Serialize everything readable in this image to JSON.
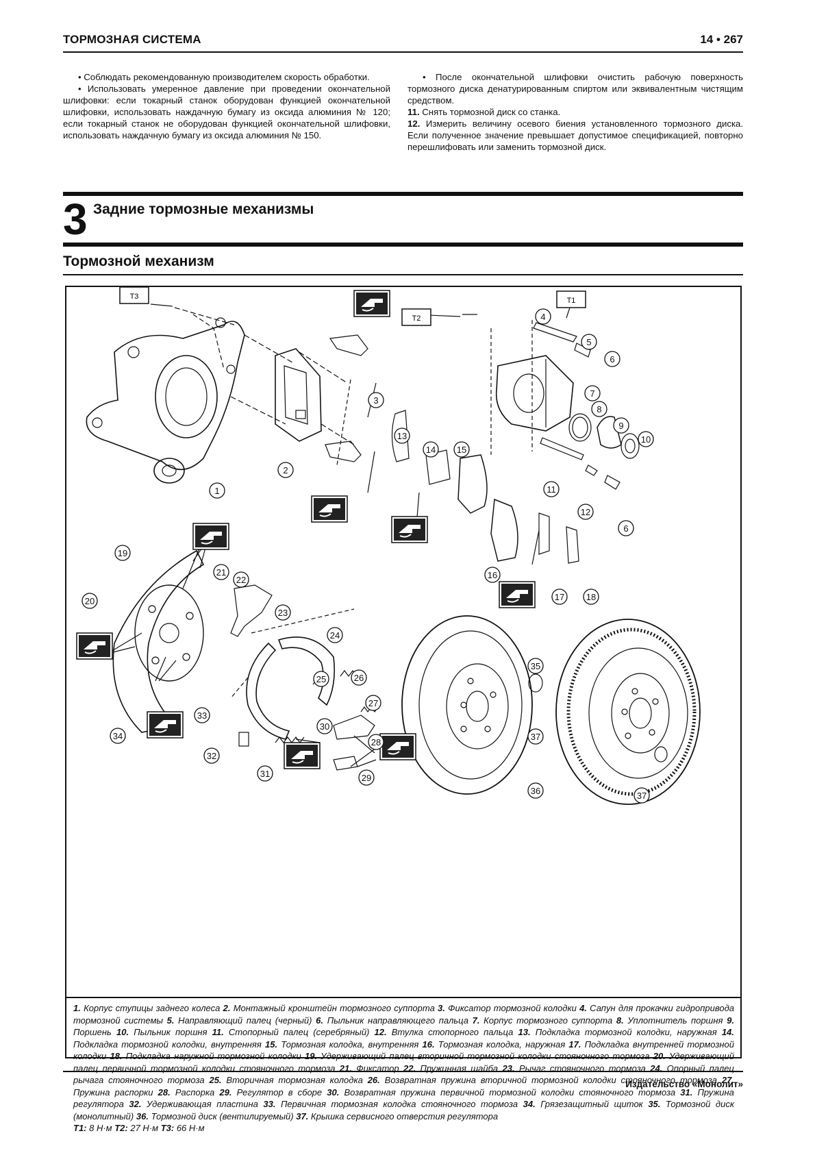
{
  "header": {
    "title": "ТОРМОЗНАЯ СИСТЕМА",
    "page": "14 • 267"
  },
  "intro": {
    "left": [
      "• Соблюдать рекомендованную производителем скорость обработки.",
      "• Использовать умеренное давление при проведении окончательной шлифовки: если токарный станок оборудован функцией окончательной шлифовки, использовать наждачную бумагу из оксида алюминия № 120; если токарный станок не оборудован функцией окончательной шлифовки, использовать наждачную бумагу из оксида алюминия № 150."
    ],
    "right_bullet": "• После окончательной шлифовки очистить рабочую поверхность тормозного диска денатурированным спиртом или эквивалентным чистящим средством.",
    "step11_num": "11.",
    "step11_text": "Снять тормозной диск со станка.",
    "step12_num": "12.",
    "step12_text": "Измерить величину осевого биения установленного тормозного диска. Если полученное значение превышает допустимое спецификацией, повторно перешлифовать или заменить тормозной диск."
  },
  "section": {
    "number": "3",
    "title": "Задние тормозные механизмы"
  },
  "subsection": {
    "title": "Тормозной механизм"
  },
  "diagram": {
    "torque_labels": {
      "t1": "T1",
      "t2": "T2",
      "t3": "T3"
    },
    "callouts": [
      "1",
      "2",
      "3",
      "4",
      "5",
      "6",
      "7",
      "8",
      "9",
      "10",
      "11",
      "12",
      "13",
      "14",
      "15",
      "16",
      "17",
      "18",
      "19",
      "20",
      "21",
      "22",
      "23",
      "24",
      "25",
      "26",
      "27",
      "28",
      "29",
      "30",
      "31",
      "32",
      "33",
      "34",
      "35",
      "36",
      "37"
    ],
    "grease_icon": "grease-hand-icon"
  },
  "caption": {
    "items": [
      {
        "n": "1.",
        "t": "Корпус ступицы заднего колеса"
      },
      {
        "n": "2.",
        "t": "Монтажный кронштейн тормозного суппорта"
      },
      {
        "n": "3.",
        "t": "Фиксатор тормозной колодки"
      },
      {
        "n": "4.",
        "t": "Сапун для прокачки гидропривода тормозной системы"
      },
      {
        "n": "5.",
        "t": "Направляющий палец (черный)"
      },
      {
        "n": "6.",
        "t": "Пыльник направляющего пальца"
      },
      {
        "n": "7.",
        "t": "Корпус тормозного суппорта"
      },
      {
        "n": "8.",
        "t": "Уплотнитель поршня"
      },
      {
        "n": "9.",
        "t": "Поршень"
      },
      {
        "n": "10.",
        "t": "Пыльник поршня"
      },
      {
        "n": "11.",
        "t": "Стопорный палец (серебряный)"
      },
      {
        "n": "12.",
        "t": "Втулка стопорного пальца"
      },
      {
        "n": "13.",
        "t": "Подкладка тормозной колодки, наружная"
      },
      {
        "n": "14.",
        "t": "Подкладка тормозной колодки, внутренняя"
      },
      {
        "n": "15.",
        "t": "Тормозная колодка, внутренняя"
      },
      {
        "n": "16.",
        "t": "Тормозная колодка, наружная"
      },
      {
        "n": "17.",
        "t": "Подкладка внутренней тормозной колодки"
      },
      {
        "n": "18.",
        "t": "Подкладка наружной тормозной колодки"
      },
      {
        "n": "19.",
        "t": "Удерживающий палец вторичной тормозной колодки стояночного тормоза"
      },
      {
        "n": "20.",
        "t": "Удерживающий палец первичной тормозной колодки стояночного тормоза"
      },
      {
        "n": "21.",
        "t": "Фиксатор"
      },
      {
        "n": "22.",
        "t": "Пружинная шайба"
      },
      {
        "n": "23.",
        "t": "Рычаг стояночного тормоза"
      },
      {
        "n": "24.",
        "t": "Опорный палец рычага стояночного тормоза"
      },
      {
        "n": "25.",
        "t": "Вторичная тормозная колодка"
      },
      {
        "n": "26.",
        "t": "Возвратная пружина вторичной тормозной колодки стояночного тормоза"
      },
      {
        "n": "27.",
        "t": "Пружина распорки"
      },
      {
        "n": "28.",
        "t": "Распорка"
      },
      {
        "n": "29.",
        "t": "Регулятор в сборе"
      },
      {
        "n": "30.",
        "t": "Возвратная пружина первичной тормозной колодки стояночного тормоза"
      },
      {
        "n": "31.",
        "t": "Пружина регулятора"
      },
      {
        "n": "32.",
        "t": "Удерживающая пластина"
      },
      {
        "n": "33.",
        "t": "Первичная тормозная колодка стояночного тормоза"
      },
      {
        "n": "34.",
        "t": "Грязезащитный щиток"
      },
      {
        "n": "35.",
        "t": "Тормозной диск (монолитный)"
      },
      {
        "n": "36.",
        "t": "Тормозной диск (вентилируемый)"
      },
      {
        "n": "37.",
        "t": "Крышка сервисного отверстия регулятора"
      }
    ],
    "torque": [
      {
        "k": "T1:",
        "v": "8 Н·м"
      },
      {
        "k": "T2:",
        "v": "27 Н·м"
      },
      {
        "k": "T3:",
        "v": "66 Н·м"
      }
    ]
  },
  "footer": {
    "publisher": "Издательство «Монолит»"
  }
}
